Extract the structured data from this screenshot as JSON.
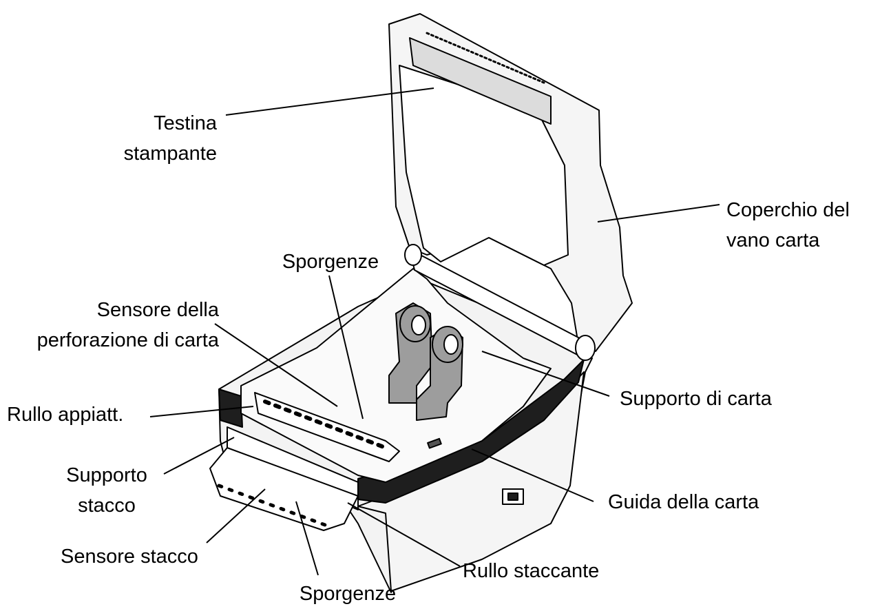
{
  "colors": {
    "line": "#000000",
    "background": "#ffffff",
    "body_fill": "#f3f3f3",
    "dark_band": "#1e1e1e",
    "holder_fill": "#9d9d9d"
  },
  "labels": {
    "print_head": {
      "line1": "Testina",
      "line2": "stampante"
    },
    "paper_cover": {
      "line1": "Coperchio del",
      "line2": "vano carta"
    },
    "protrusions_top": {
      "text": "Sporgenze"
    },
    "perforation_sensor": {
      "line1": "Sensore della",
      "line2": "perforazione di carta"
    },
    "paper_holder": {
      "text": "Supporto di carta"
    },
    "platen_roller": {
      "text": "Rullo appiatt."
    },
    "peel_support": {
      "line1": "Supporto",
      "line2": "stacco"
    },
    "paper_guide": {
      "text": "Guida della carta"
    },
    "peel_sensor": {
      "text": "Sensore stacco"
    },
    "peel_roller": {
      "text": "Rullo staccante"
    },
    "protrusions_bottom": {
      "text": "Sporgenze"
    }
  }
}
